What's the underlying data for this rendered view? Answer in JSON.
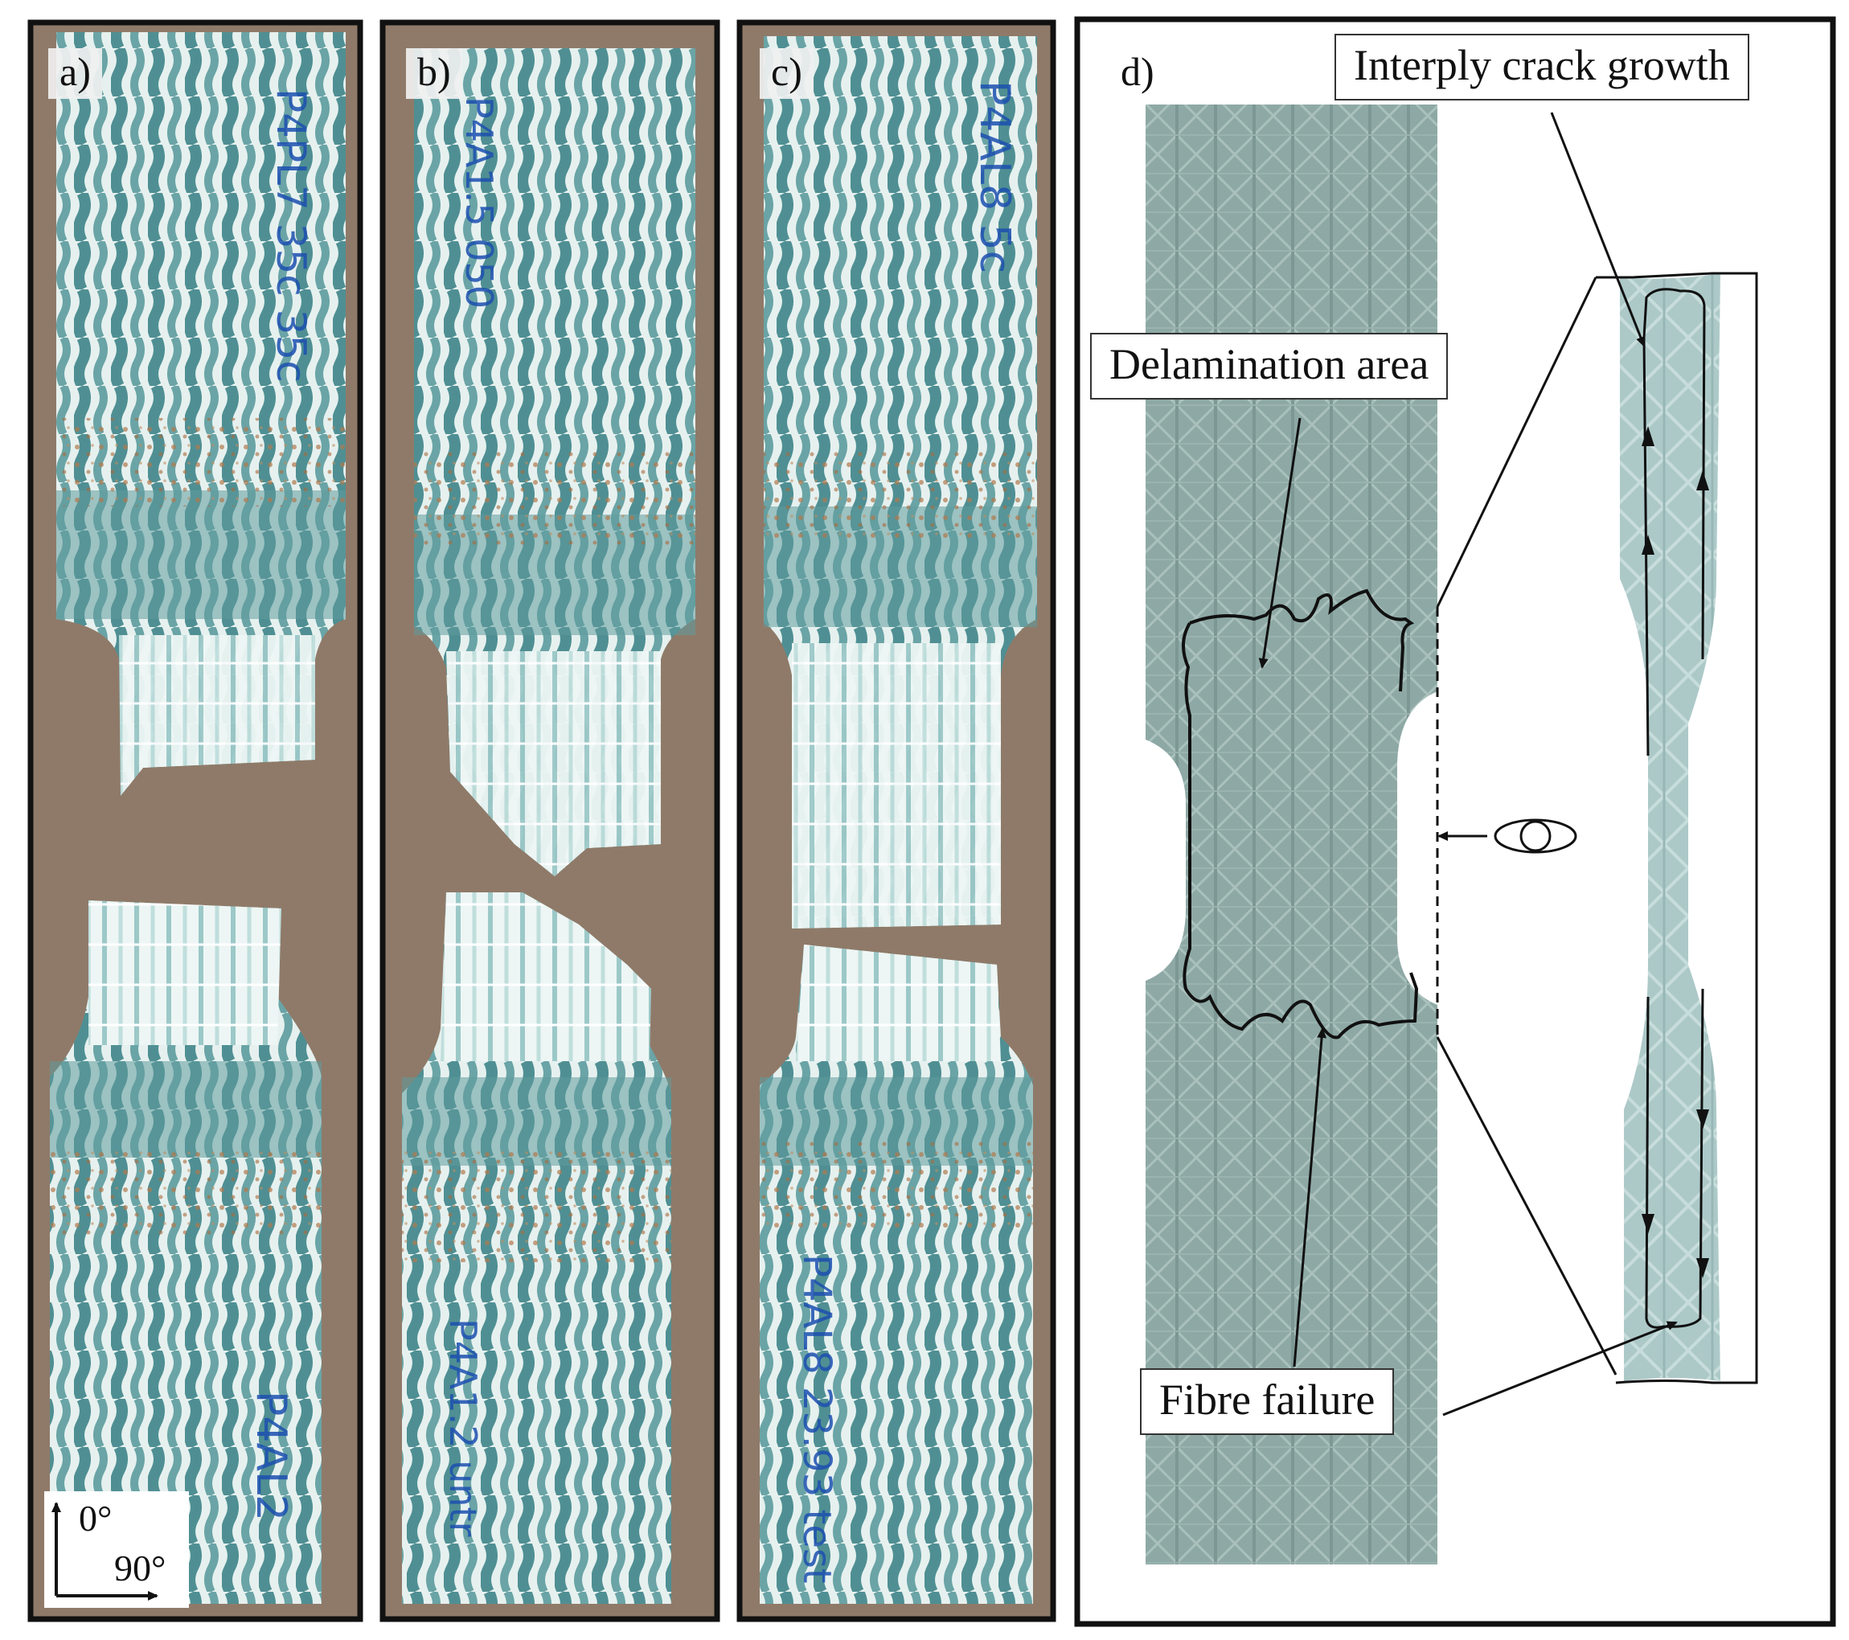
{
  "panels": {
    "a": {
      "label": "a)"
    },
    "b": {
      "label": "b)"
    },
    "c": {
      "label": "c)"
    },
    "d": {
      "label": "d)"
    }
  },
  "annotations": {
    "interply": "Interply crack growth",
    "delamination": "Delamination area",
    "fibre_failure": "Fibre failure"
  },
  "orientation": {
    "axis_0": "0°",
    "axis_90": "90°"
  },
  "specimen_marks": {
    "a_top": "P4PL7 35c 35c",
    "a_bottom": "P4AL2",
    "b_top": "P4A1.5 050",
    "b_bottom": "P4A1.2 untr",
    "c_top": "P4AL8 5c",
    "c_bottom": "P4AL8 23.93 test"
  },
  "colors": {
    "laminate_teal": "#5e9a9c",
    "laminate_light": "#d9ece9",
    "board_brown": "#8f7a69",
    "ink_blue": "#1c4fb0",
    "frame": "#111111",
    "schematic_fill": "#8da8a4"
  }
}
